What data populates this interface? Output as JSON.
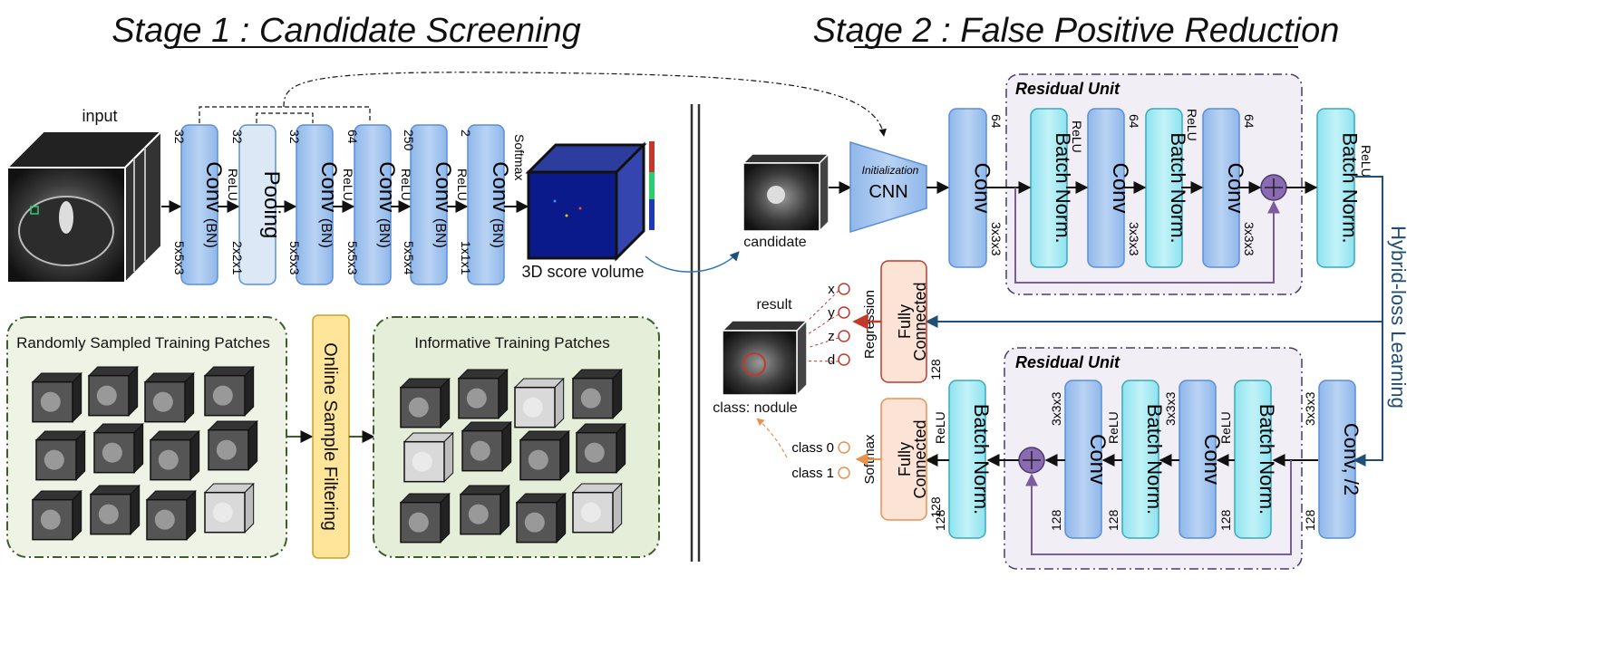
{
  "titles": {
    "stage1": "Stage 1 : Candidate Screening",
    "stage2": "Stage 2 : False Positive Reduction"
  },
  "stage1": {
    "input_label": "input",
    "score_label": "3D score volume",
    "blocks": [
      {
        "label": "Conv",
        "suffix": "(BN)",
        "top": "32",
        "act": "ReLU",
        "kernel": "5x5x3"
      },
      {
        "label": "Pooing",
        "suffix": "",
        "top": "32",
        "act": "",
        "kernel": "2x2x1"
      },
      {
        "label": "Conv",
        "suffix": "(BN)",
        "top": "32",
        "act": "ReLU",
        "kernel": "5x5x3"
      },
      {
        "label": "Conv",
        "suffix": "(BN)",
        "top": "64",
        "act": "ReLU",
        "kernel": "5x5x3"
      },
      {
        "label": "Conv",
        "suffix": "(BN)",
        "top": "250",
        "act": "ReLU",
        "kernel": "5x5x4"
      },
      {
        "label": "Conv",
        "suffix": "(BN)",
        "top": "2",
        "act": "Softmax",
        "kernel": "1x1x1"
      }
    ],
    "random_box_title": "Randomly Sampled Training Patches",
    "filter_label": "Online Sample Filtering",
    "informative_box_title": "Informative Training Patches"
  },
  "stage2": {
    "candidate_label": "candidate",
    "init_top": "Initialization",
    "init_bottom": "CNN",
    "conv1": {
      "label": "Conv",
      "top": "64",
      "kernel": "3x3x3"
    },
    "residual1": {
      "title": "Residual Unit",
      "bn1": "Batch Norm.",
      "act1": "ReLU",
      "conv1": "Conv",
      "conv1_top": "64",
      "conv1_kernel": "3x3x3",
      "bn2": "Batch Norm.",
      "act2": "ReLU",
      "conv2": "Conv",
      "conv2_top": "64",
      "conv2_kernel": "3x3x3"
    },
    "bn_after": "Batch Norm.",
    "act_after": "ReLU",
    "hybrid_label": "Hybrid-loss Learning",
    "conv_half": {
      "label": "Conv, /2",
      "top": "3x3x3",
      "bottom": "128"
    },
    "residual2": {
      "title": "Residual Unit",
      "bn1": "Batch Norm.",
      "act1": "ReLU",
      "bn1_bottom": "128",
      "conv1": "Conv",
      "conv1_top": "3x3x3",
      "bn2": "Batch Norm.",
      "act2": "ReLU",
      "bn2_bottom": "128",
      "conv2": "Conv",
      "conv2_top": "3x3x3"
    },
    "bn_final": "Batch Norm.",
    "bn_final_act": "ReLU",
    "bn_final_bottom": "128",
    "fc_reg": {
      "label1": "Fully",
      "label2": "Connected",
      "side": "Regression",
      "bottom": "128"
    },
    "fc_cls": {
      "label1": "Fully",
      "label2": "Connected",
      "side": "Softmax",
      "bottom": "128"
    },
    "reg_outputs": [
      "x",
      "y",
      "z",
      "d"
    ],
    "cls_outputs": [
      "class 0",
      "class 1"
    ],
    "result_label": "result",
    "result_class": "class: nodule"
  },
  "colors": {
    "conv_blue": "#a9c8ef",
    "conv_border": "#5b8fd6",
    "cyan": "#a8ecf5",
    "orange_fc": "#fbe3d6",
    "red_fc": "#c0392b",
    "green_box": "#e5eed8",
    "yellow": "#ffe59a",
    "purple": "#7a5c9f",
    "navy": "#1f4e79"
  }
}
